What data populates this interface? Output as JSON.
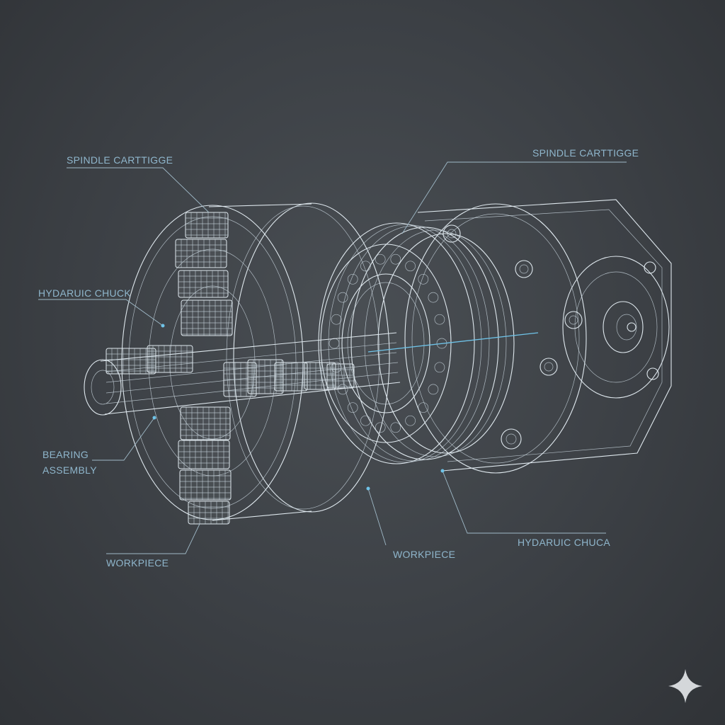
{
  "labels": {
    "spindle_cartridge_left": "SPINDLE CARTTIGGE",
    "spindle_cartridge_right": "SPINDLE CARTTIGGE",
    "hydraulic_chuck_left": "HYDARUIC CHUCK",
    "bearing_assembly_line1": "BEARING",
    "bearing_assembly_line2": "ASSEMBLY",
    "workpiece_left": "WORKPIECE",
    "workpiece_center": "WORKPIECE",
    "hydraulic_chuck_right": "HYDARUIC CHUCA"
  },
  "colors": {
    "background": "#3c4045",
    "linework": "#dfe8ee",
    "label_text": "#8fb6cc",
    "accent": "#6fc3e8"
  },
  "icons": {
    "corner_mark": "sparkle-icon"
  }
}
